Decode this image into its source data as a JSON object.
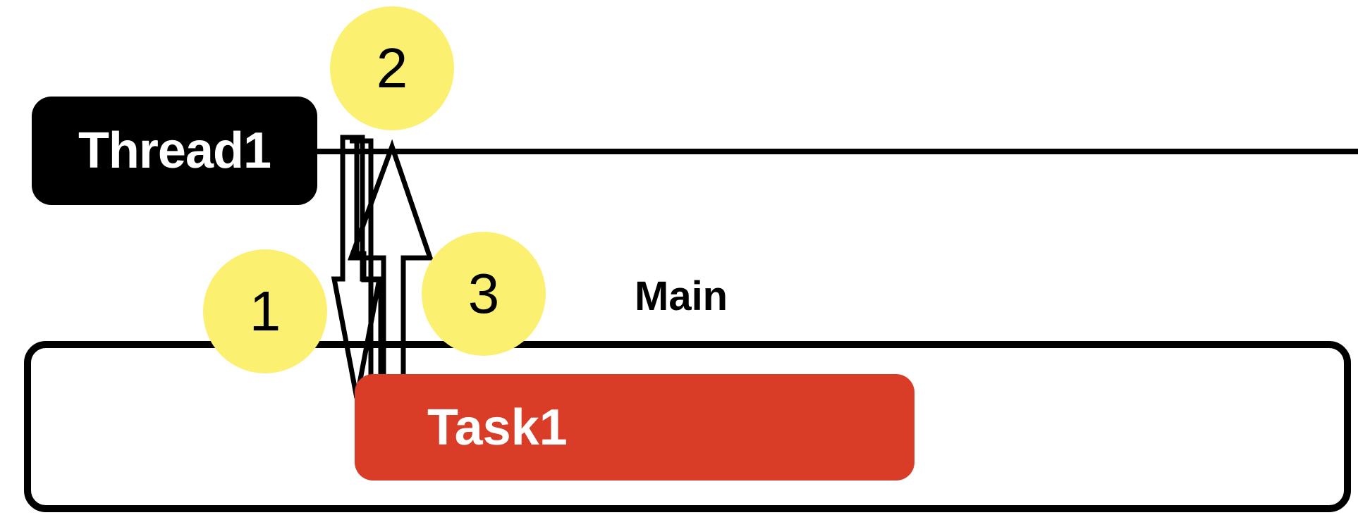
{
  "diagram": {
    "thread": {
      "label": "Thread1"
    },
    "main": {
      "label": "Main"
    },
    "task": {
      "label": "Task1"
    },
    "steps": [
      {
        "label": "1"
      },
      {
        "label": "2"
      },
      {
        "label": "3"
      }
    ],
    "colors": {
      "thread_fill": "#000000",
      "task_fill": "#d93c27",
      "step_fill": "#fbf070",
      "line": "#000000",
      "text_light": "#ffffff",
      "text_dark": "#000000"
    }
  }
}
